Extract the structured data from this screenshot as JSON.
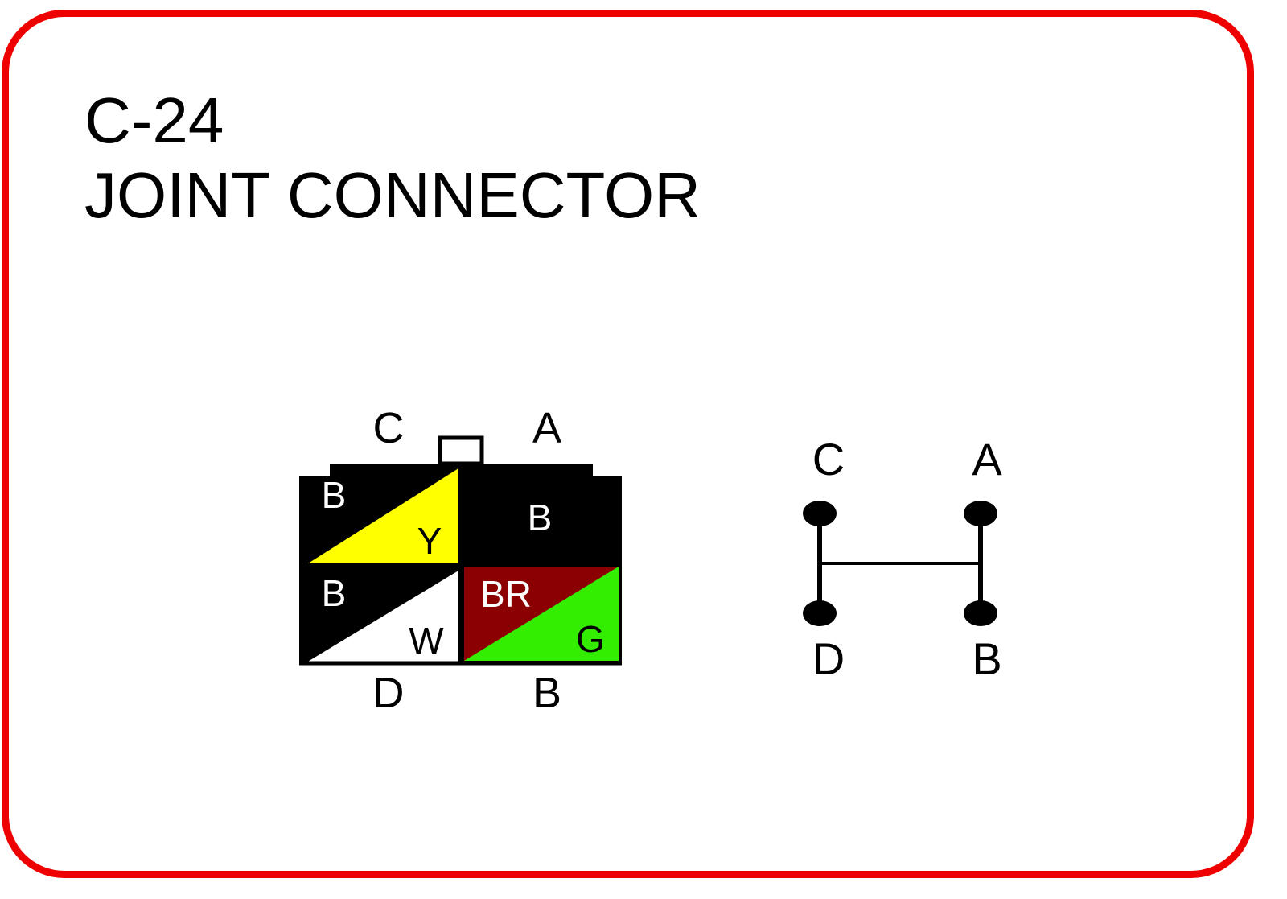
{
  "connector": {
    "code": "C-24",
    "name": "JOINT CONNECTOR"
  },
  "face_view": {
    "terminal_labels": {
      "top_left": "C",
      "top_right": "A",
      "bottom_left": "D",
      "bottom_right": "B"
    },
    "cells": [
      {
        "terminal": "C",
        "primary_color": "B",
        "stripe_color": "Y",
        "primary_hex": "#000000",
        "stripe_hex": "#ffff00"
      },
      {
        "terminal": "A",
        "primary_color": "B",
        "primary_hex": "#000000"
      },
      {
        "terminal": "D",
        "primary_color": "B",
        "stripe_color": "W",
        "primary_hex": "#000000",
        "stripe_hex": "#ffffff"
      },
      {
        "terminal": "B",
        "primary_color": "BR",
        "stripe_color": "G",
        "primary_hex": "#8b0000",
        "stripe_hex": "#33ee00"
      }
    ]
  },
  "circuit": {
    "labels": {
      "top_left": "C",
      "top_right": "A",
      "bottom_left": "D",
      "bottom_right": "B"
    }
  },
  "colors": {
    "border": "#ee0000",
    "text": "#000000"
  }
}
